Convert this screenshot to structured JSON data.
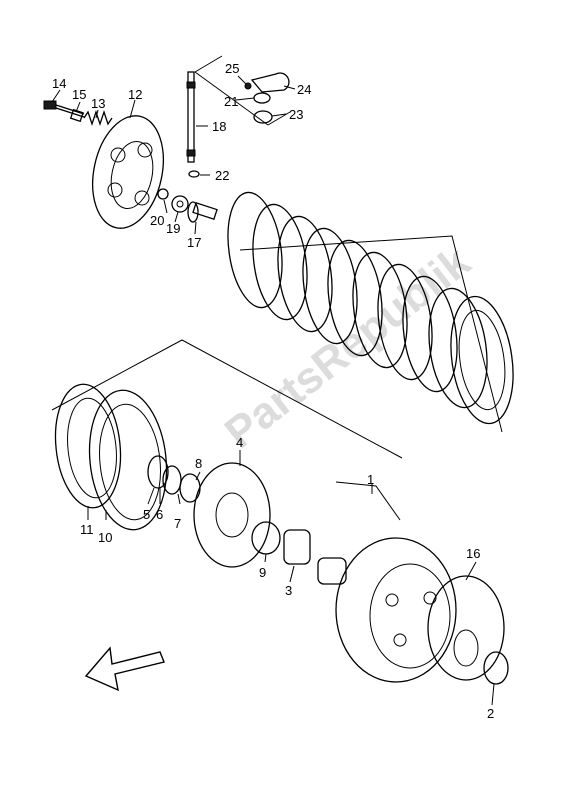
{
  "watermark": "PartsRepublik",
  "callouts": [
    "1",
    "2",
    "3",
    "4",
    "5",
    "6",
    "7",
    "8",
    "9",
    "10",
    "11",
    "12",
    "13",
    "14",
    "15",
    "16",
    "17",
    "18",
    "19",
    "20",
    "21",
    "22",
    "23",
    "24",
    "25"
  ],
  "direction_icon": "arrow-left-icon"
}
